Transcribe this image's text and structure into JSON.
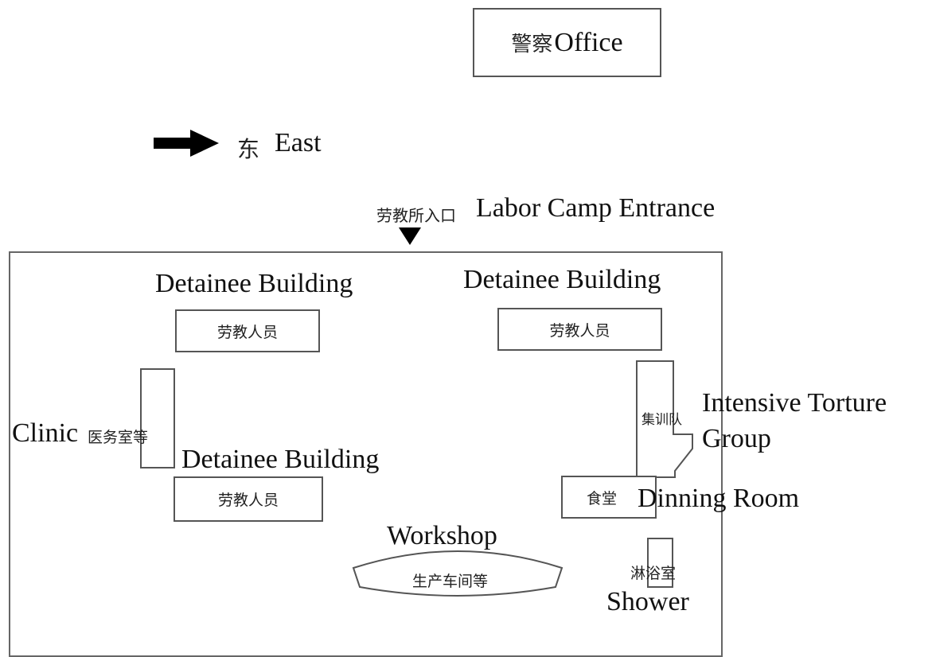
{
  "office": {
    "zh": "警察",
    "en": "Office"
  },
  "compass": {
    "zh": "东",
    "en": "East"
  },
  "entrance": {
    "zh": "劳教所入口",
    "en": "Labor Camp Entrance"
  },
  "buildings": {
    "detainee_top_left": {
      "label": "Detainee Building",
      "zh": "劳教人员"
    },
    "detainee_top_right": {
      "label": "Detainee Building",
      "zh": "劳教人员"
    },
    "detainee_middle": {
      "label": "Detainee Building",
      "zh": "劳教人员"
    },
    "clinic": {
      "label": "Clinic",
      "zh": "医务室等"
    },
    "torture_group": {
      "label_line1": "Intensive Torture",
      "label_line2": "Group",
      "zh": "集训队"
    },
    "dining": {
      "label": "Dinning Room",
      "zh": "食堂"
    },
    "workshop": {
      "label": "Workshop",
      "zh": "生产车间等"
    },
    "shower": {
      "label": "Shower",
      "zh": "淋浴室"
    }
  }
}
